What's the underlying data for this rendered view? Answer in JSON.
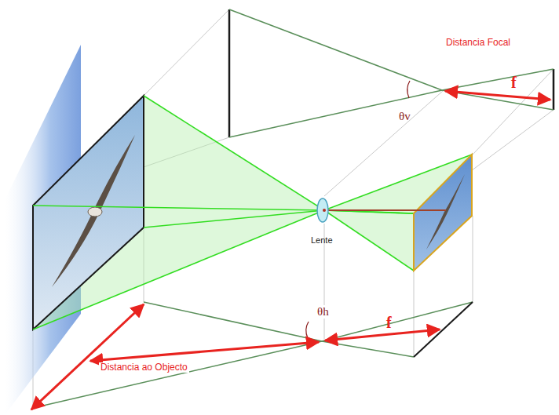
{
  "diagram": {
    "labels": [
      "Distancia Focal",
      "f",
      "θv",
      "Lente",
      "θh",
      "f",
      "Distancia ao Objecto"
    ]
  }
}
